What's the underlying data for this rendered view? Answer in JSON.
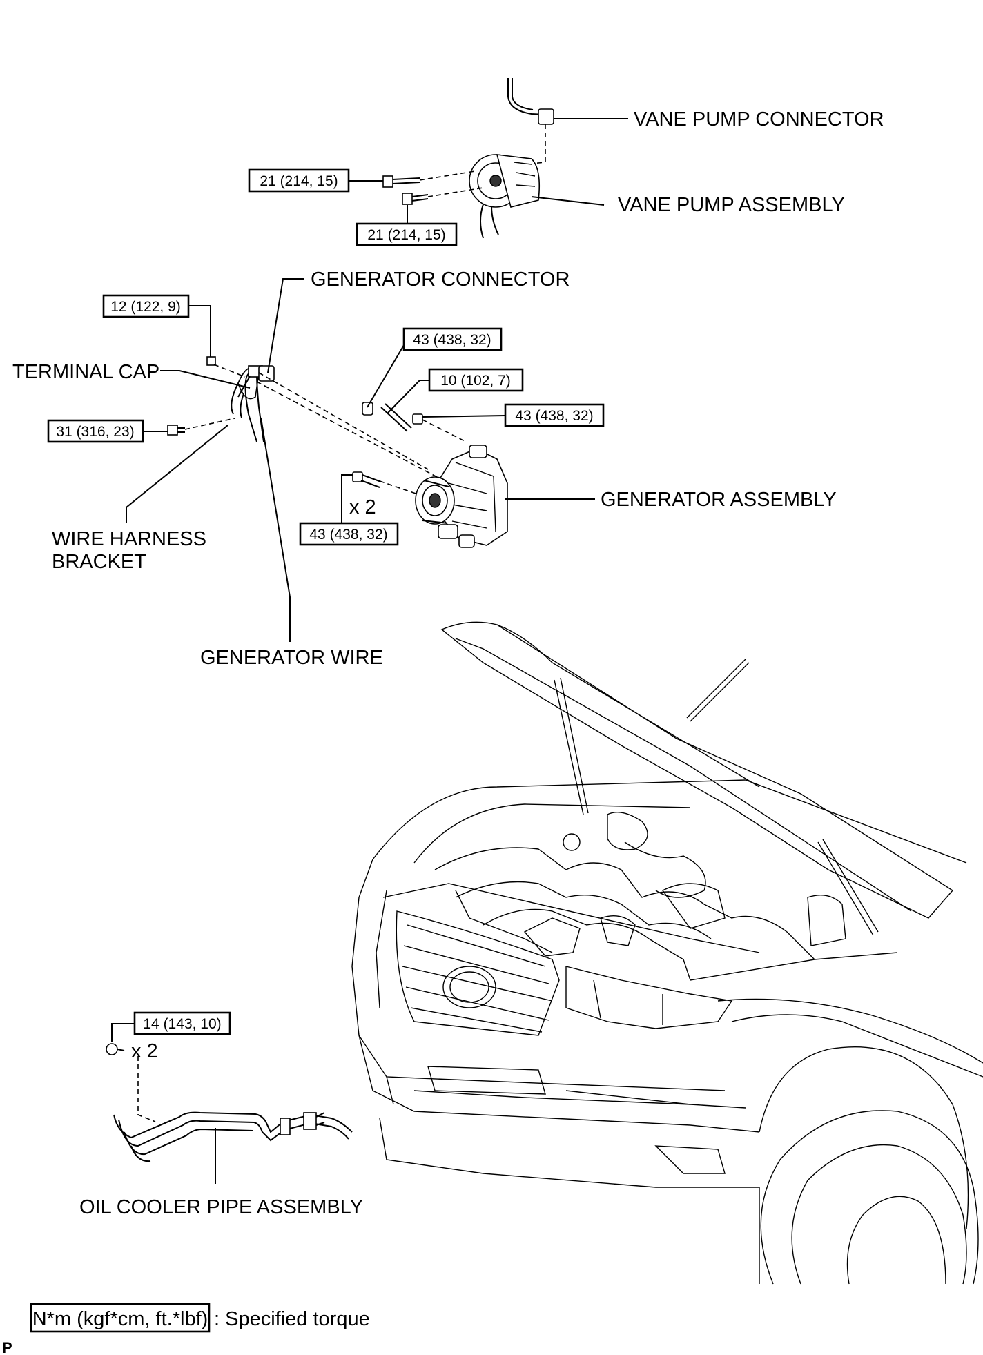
{
  "labels": {
    "vane_pump_connector": "VANE PUMP CONNECTOR",
    "vane_pump_assembly": "VANE PUMP ASSEMBLY",
    "generator_connector": "GENERATOR CONNECTOR",
    "terminal_cap": "TERMINAL CAP",
    "wire_harness_bracket_1": "WIRE HARNESS",
    "wire_harness_bracket_2": "BRACKET",
    "generator_assembly": "GENERATOR ASSEMBLY",
    "generator_wire": "GENERATOR WIRE",
    "oil_cooler_pipe_assembly": "OIL COOLER PIPE ASSEMBLY"
  },
  "torques": {
    "vane_pump_bolt_upper": "21 (214, 15)",
    "vane_pump_bolt_lower": "21 (214, 15)",
    "terminal_nut": "12 (122, 9)",
    "bracket_bolt": "31 (316, 23)",
    "generator_nut_upper": "43 (438, 32)",
    "generator_stud": "10 (102, 7)",
    "generator_bolt_right": "43 (438, 32)",
    "generator_bolt_lower": "43 (438, 32)",
    "oil_cooler_bolt": "14 (143, 10)"
  },
  "quantities": {
    "generator_bolt_lower": "x 2",
    "oil_cooler_bolt": "x 2"
  },
  "legend": {
    "unit": "N*m (kgf*cm, ft.*lbf)",
    "text": ": Specified torque"
  },
  "corner_mark": "P"
}
